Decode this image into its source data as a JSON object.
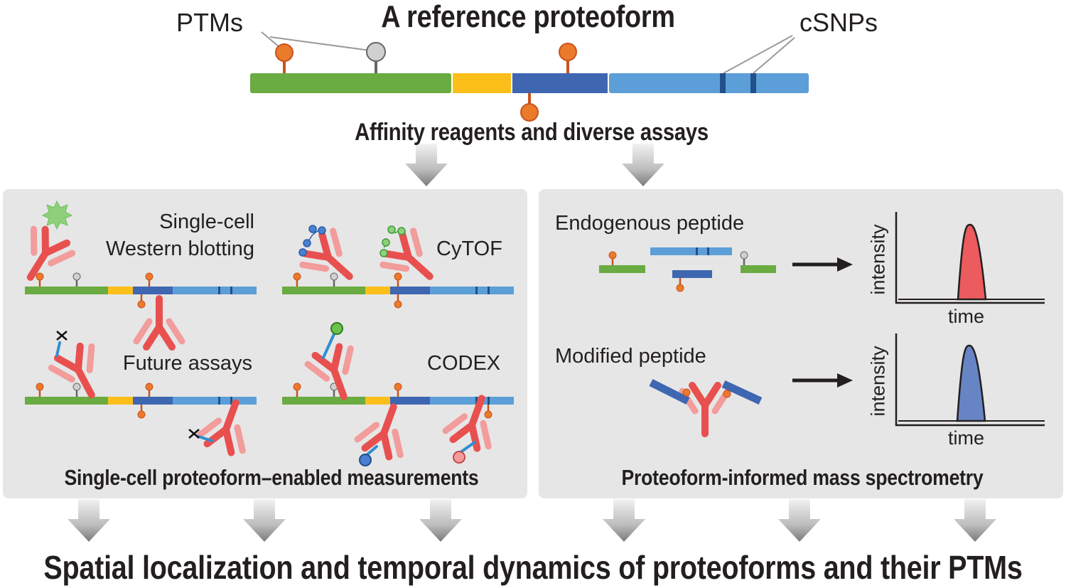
{
  "title": "A reference proteoform",
  "labels": {
    "ptms": "PTMs",
    "csnps": "cSNPs",
    "affinity": "Affinity reagents and diverse assays",
    "bottom": "Spatial localization and temporal dynamics of proteoforms and their PTMs"
  },
  "left_panel": {
    "western_line1": "Single-cell",
    "western_line2": "Western blotting",
    "cytof": "CyTOF",
    "future": "Future assays",
    "codex": "CODEX",
    "caption": "Single-cell proteoform–enabled measurements"
  },
  "right_panel": {
    "endogenous": "Endogenous peptide",
    "modified": "Modified peptide",
    "ylabel": "intensity",
    "xlabel": "time",
    "caption": "Proteoform-informed mass spectrometry"
  },
  "colors": {
    "green": "#6aab42",
    "yellow": "#fcbf1a",
    "darkblue": "#3f66b1",
    "lightblue": "#5c9fd8",
    "orange": "#eb7a2b",
    "antibody": "#e8504f",
    "antibody_light": "#f29c9b",
    "panel": "#e6e6e6",
    "peak_red": "#ec5b5d",
    "peak_blue": "#6785c5"
  }
}
